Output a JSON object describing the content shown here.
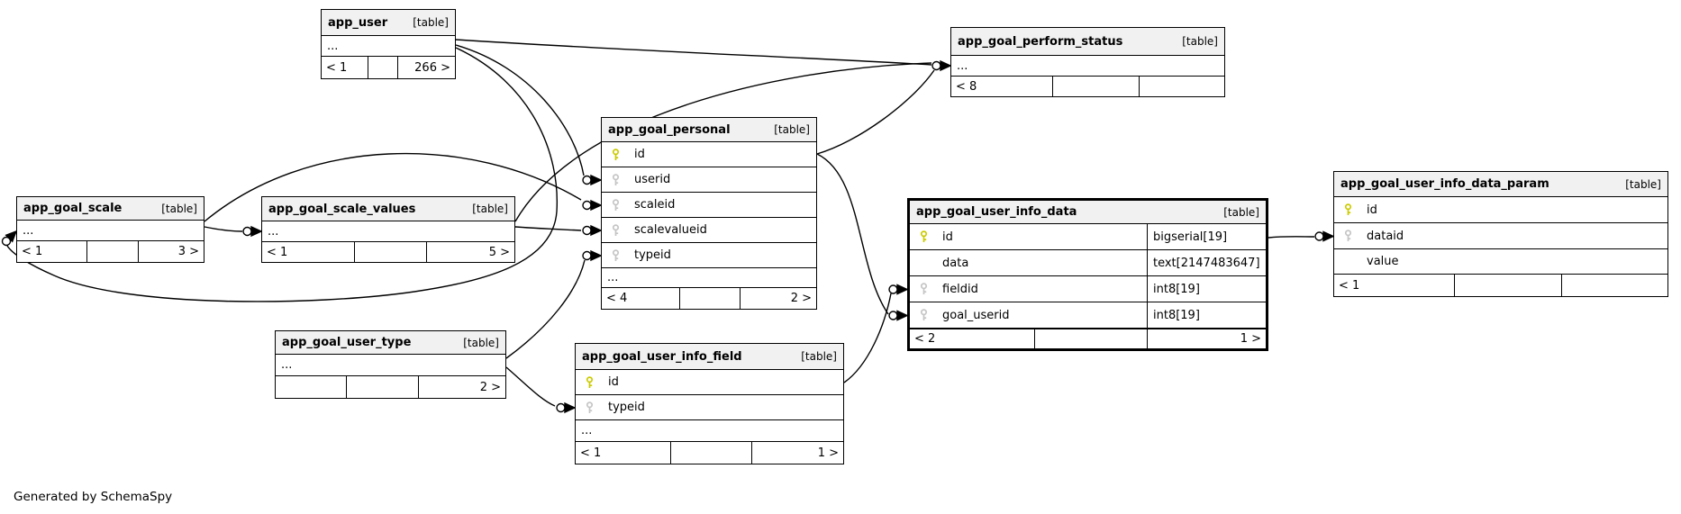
{
  "credit": "Generated by SchemaSpy",
  "colors": {
    "primary_key_icon": "#cbcb00",
    "foreign_key_icon": "#c5c5c5",
    "header_background": "#f1f1f1",
    "border": "#000000"
  },
  "tables": {
    "app_user": {
      "name": "app_user",
      "tag": "[table]",
      "ellipsis": "...",
      "footer": {
        "left": "< 1",
        "mid": "",
        "right": "266 >"
      }
    },
    "app_goal_perform_status": {
      "name": "app_goal_perform_status",
      "tag": "[table]",
      "ellipsis": "...",
      "footer": {
        "left": "< 8",
        "mid": "",
        "right": ""
      }
    },
    "app_goal_personal": {
      "name": "app_goal_personal",
      "tag": "[table]",
      "ellipsis": "...",
      "columns": [
        {
          "name": "id",
          "key": "pk"
        },
        {
          "name": "userid",
          "key": "fk"
        },
        {
          "name": "scaleid",
          "key": "fk"
        },
        {
          "name": "scalevalueid",
          "key": "fk"
        },
        {
          "name": "typeid",
          "key": "fk"
        }
      ],
      "footer": {
        "left": "< 4",
        "mid": "",
        "right": "2 >"
      }
    },
    "app_goal_scale": {
      "name": "app_goal_scale",
      "tag": "[table]",
      "ellipsis": "...",
      "footer": {
        "left": "< 1",
        "mid": "",
        "right": "3 >"
      }
    },
    "app_goal_scale_values": {
      "name": "app_goal_scale_values",
      "tag": "[table]",
      "ellipsis": "...",
      "footer": {
        "left": "< 1",
        "mid": "",
        "right": "5 >"
      }
    },
    "app_goal_user_type": {
      "name": "app_goal_user_type",
      "tag": "[table]",
      "ellipsis": "...",
      "footer": {
        "left": "",
        "mid": "",
        "right": "2 >"
      }
    },
    "app_goal_user_info_field": {
      "name": "app_goal_user_info_field",
      "tag": "[table]",
      "ellipsis": "...",
      "columns": [
        {
          "name": "id",
          "key": "pk"
        },
        {
          "name": "typeid",
          "key": "fk"
        }
      ],
      "footer": {
        "left": "< 1",
        "mid": "",
        "right": "1 >"
      }
    },
    "app_goal_user_info_data": {
      "name": "app_goal_user_info_data",
      "tag": "[table]",
      "columns": [
        {
          "name": "id",
          "key": "pk",
          "type": "bigserial[19]"
        },
        {
          "name": "data",
          "key": "",
          "type": "text[2147483647]"
        },
        {
          "name": "fieldid",
          "key": "fk",
          "type": "int8[19]"
        },
        {
          "name": "goal_userid",
          "key": "fk",
          "type": "int8[19]"
        }
      ],
      "footer": {
        "left": "< 2",
        "mid": "",
        "right": "1 >"
      }
    },
    "app_goal_user_info_data_param": {
      "name": "app_goal_user_info_data_param",
      "tag": "[table]",
      "columns": [
        {
          "name": "id",
          "key": "pk"
        },
        {
          "name": "dataid",
          "key": "fk"
        },
        {
          "name": "value",
          "key": ""
        }
      ],
      "footer": {
        "left": "< 1",
        "mid": "",
        "right": ""
      }
    }
  },
  "relationships": [
    {
      "parent": "app_user",
      "child": "app_goal_perform_status",
      "child_column": "..."
    },
    {
      "parent": "app_goal_scale_values",
      "child": "app_goal_perform_status",
      "child_column": "..."
    },
    {
      "parent": "app_goal_personal",
      "child": "app_goal_perform_status",
      "child_column": "..."
    },
    {
      "parent": "app_user",
      "child": "app_goal_personal",
      "child_column": "userid"
    },
    {
      "parent": "app_goal_scale",
      "child": "app_goal_personal",
      "child_column": "scaleid"
    },
    {
      "parent": "app_goal_scale_values",
      "child": "app_goal_personal",
      "child_column": "scalevalueid"
    },
    {
      "parent": "app_goal_user_type",
      "child": "app_goal_personal",
      "child_column": "typeid"
    },
    {
      "parent": "app_goal_scale",
      "child": "app_goal_scale_values",
      "child_column": "..."
    },
    {
      "parent": "app_user",
      "child": "app_goal_scale",
      "child_column": "..."
    },
    {
      "parent": "app_goal_user_type",
      "child": "app_goal_user_info_field",
      "child_column": "typeid"
    },
    {
      "parent": "app_goal_user_info_field",
      "child": "app_goal_user_info_data",
      "child_column": "fieldid"
    },
    {
      "parent": "app_goal_personal",
      "child": "app_goal_user_info_data",
      "child_column": "goal_userid"
    },
    {
      "parent": "app_goal_user_info_data",
      "child": "app_goal_user_info_data_param",
      "child_column": "dataid"
    }
  ]
}
